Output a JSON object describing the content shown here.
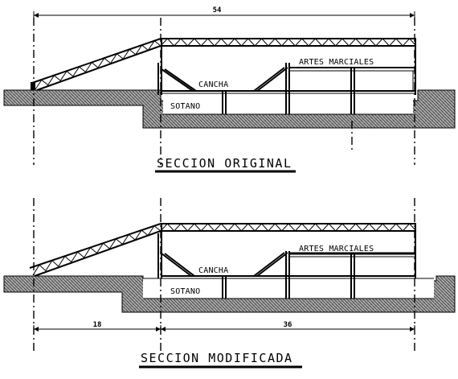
{
  "original": {
    "title": "SECCION  ORIGINAL",
    "dimension_total": "54",
    "labels": {
      "artes_marciales": "ARTES MARCIALES",
      "cancha": "CANCHA",
      "sotano": "SOTANO"
    }
  },
  "modified": {
    "title": "SECCION  MODIFICADA",
    "dimension_left": "18",
    "dimension_right": "36",
    "labels": {
      "artes_marciales": "ARTES MARCIALES",
      "cancha": "CANCHA",
      "sotano": "SOTANO"
    }
  },
  "colors": {
    "ground_fill": "#9a9a9a",
    "ink": "#000000"
  }
}
